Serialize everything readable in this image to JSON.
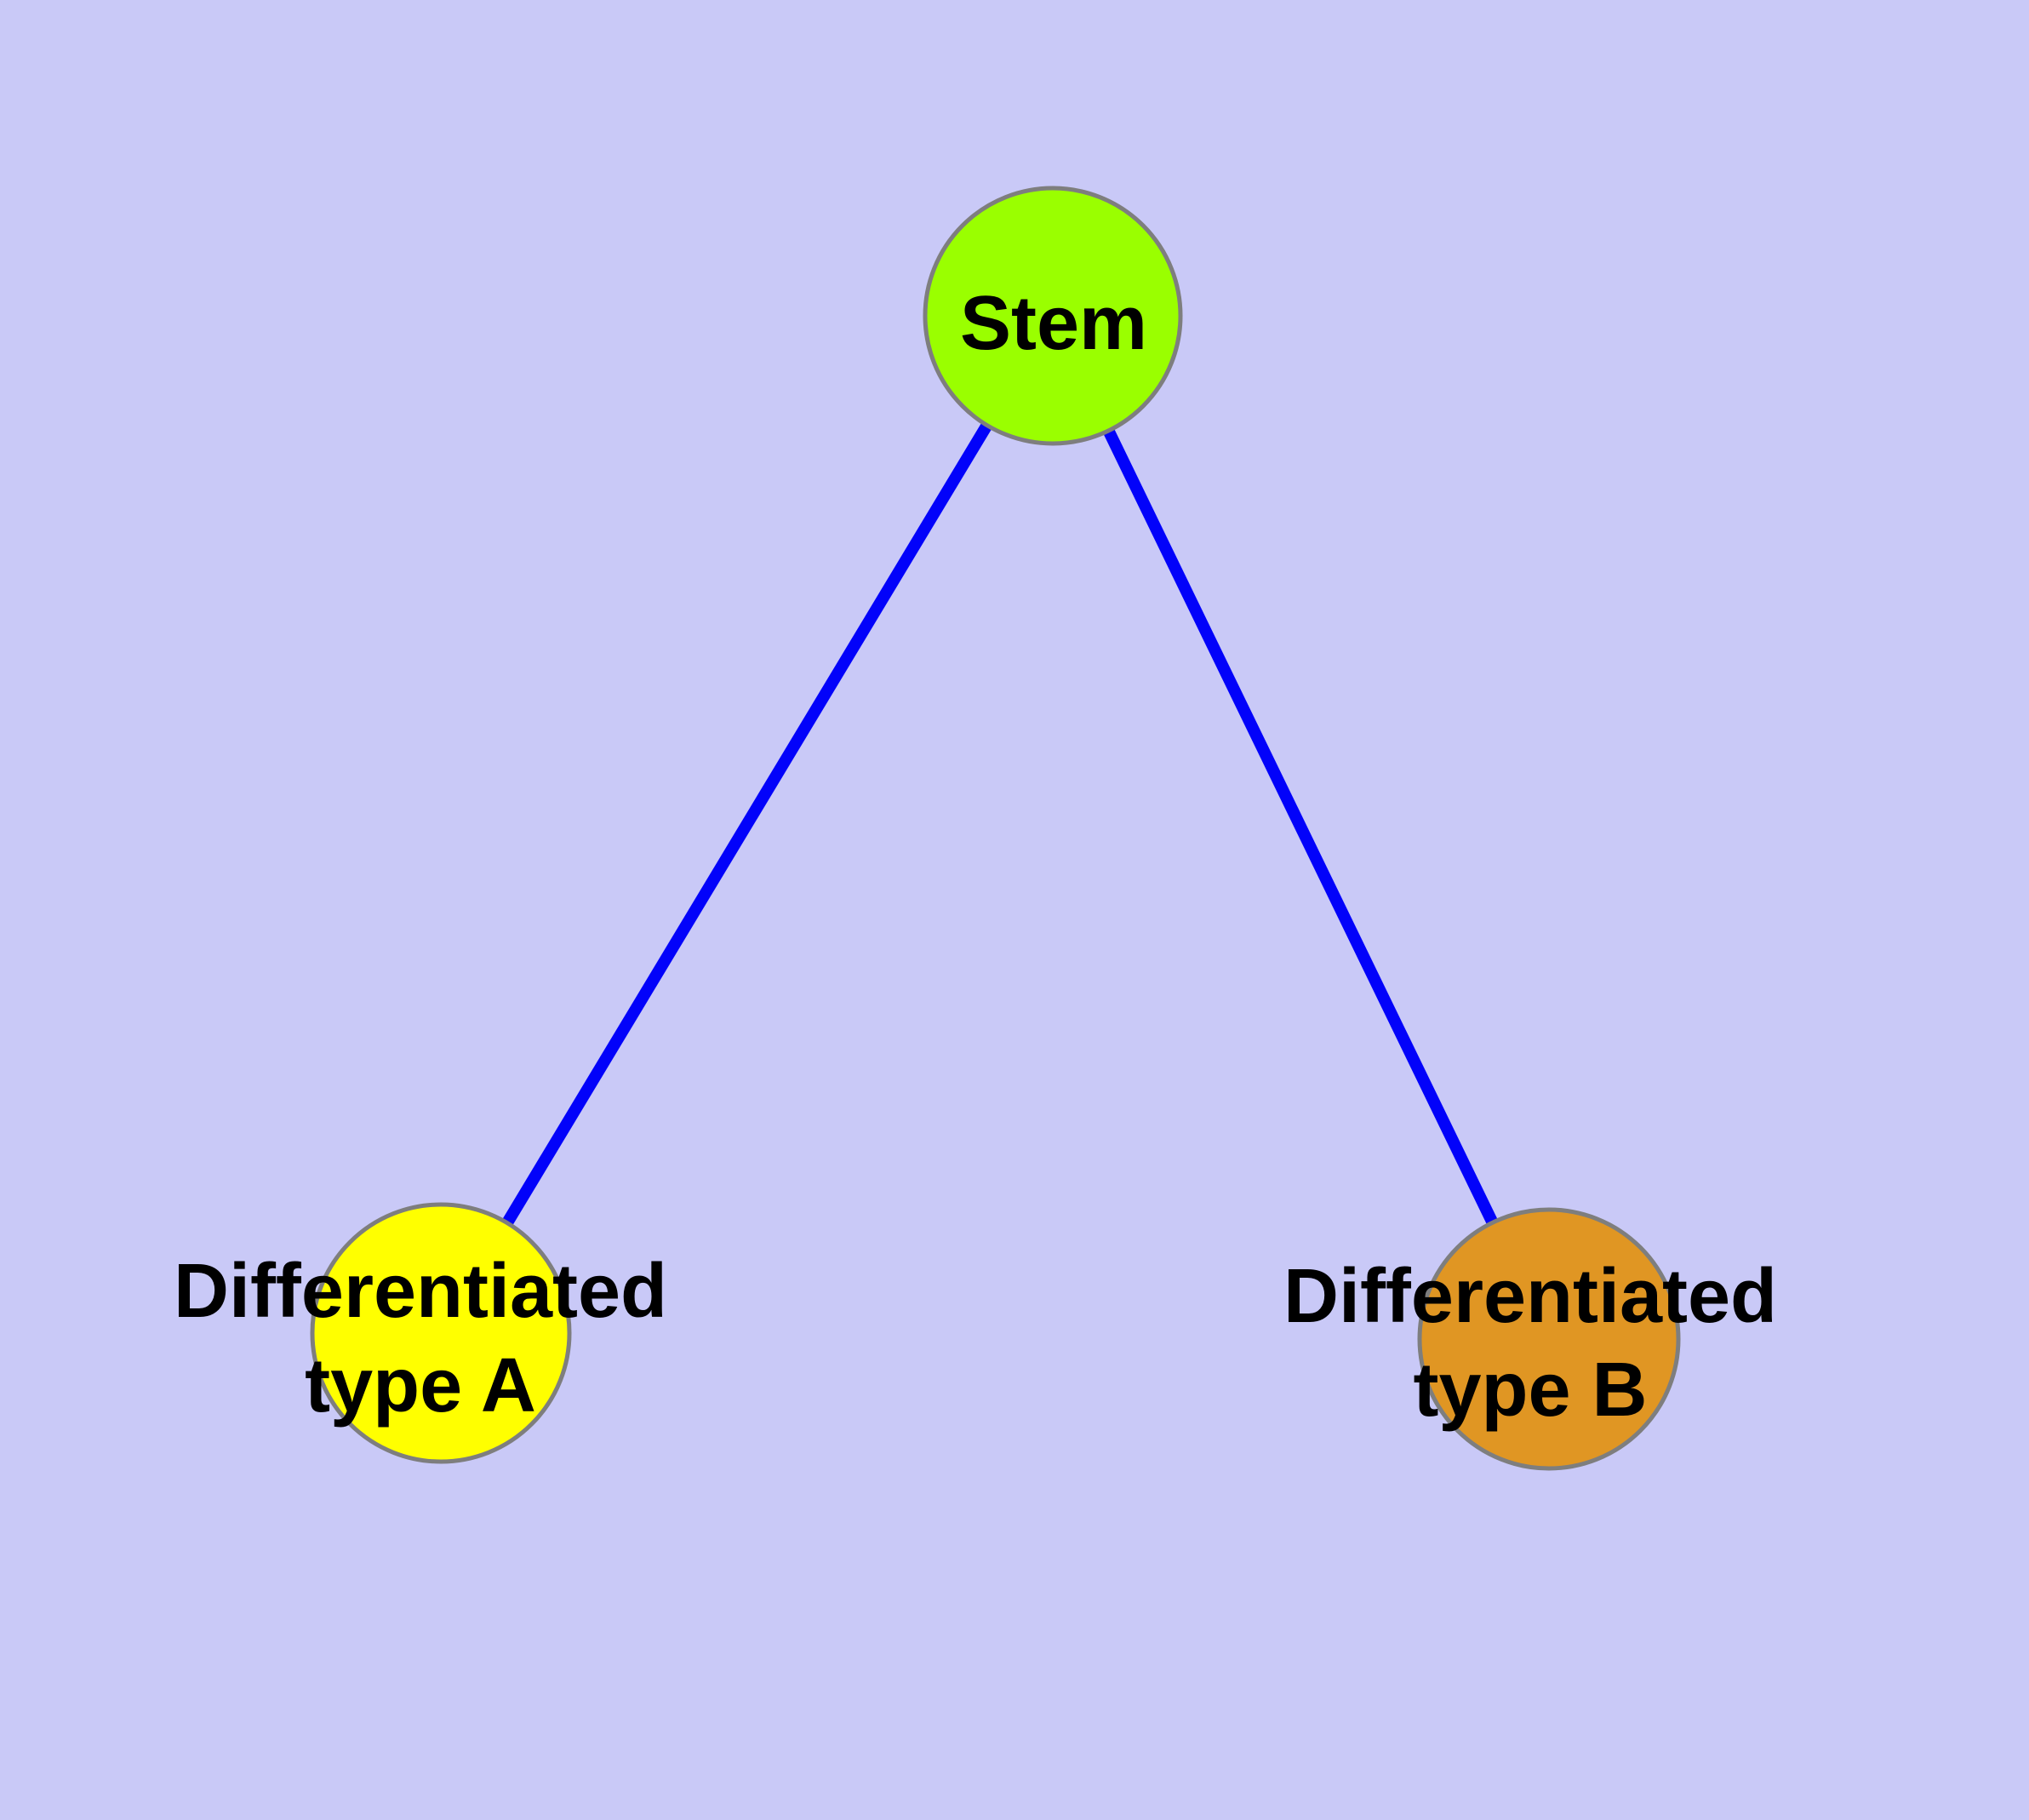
{
  "diagram": {
    "type": "node-link-graph",
    "background_color": "#C9C9F7",
    "edge_color": "#0202FA",
    "node_border_color": "#7E7E7E",
    "label_color": "#000000",
    "nodes": [
      {
        "id": "stem",
        "label": "Stem",
        "fill_color": "#9AFF00"
      },
      {
        "id": "differentiated-type-a",
        "label_line1": "Differentiated",
        "label_line2": "type A",
        "fill_color": "#FFFF00"
      },
      {
        "id": "differentiated-type-b",
        "label_line1": "Differentiated",
        "label_line2": "type B",
        "fill_color": "#E09623"
      }
    ],
    "edges": [
      {
        "from": "stem",
        "to": "differentiated-type-a"
      },
      {
        "from": "stem",
        "to": "differentiated-type-b"
      }
    ]
  }
}
